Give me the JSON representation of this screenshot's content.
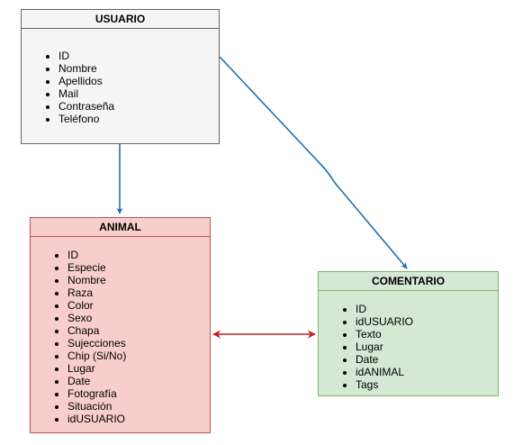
{
  "entities": {
    "usuario": {
      "title": "USUARIO",
      "fields": [
        "ID",
        "Nombre",
        "Apellidos",
        "Mail",
        "Contraseña",
        "Teléfono"
      ]
    },
    "animal": {
      "title": "ANIMAL",
      "fields": [
        "ID",
        "Especie",
        "Nombre",
        "Raza",
        "Color",
        "Sexo",
        "Chapa",
        "Sujecciones",
        "Chip (Si/No)",
        "Lugar",
        "Date",
        "Fotografía",
        "Situación",
        "idUSUARIO"
      ]
    },
    "comentario": {
      "title": "COMENTARIO",
      "fields": [
        "ID",
        "idUSUARIO",
        "Texto",
        "Lugar",
        "Date",
        "idANIMAL",
        "Tags"
      ]
    }
  },
  "connectors": [
    {
      "from": "usuario",
      "to": "animal",
      "direction": "one-way",
      "color": "#1a6fb5"
    },
    {
      "from": "usuario",
      "to": "comentario",
      "direction": "one-way",
      "color": "#1a6fb5"
    },
    {
      "from": "animal",
      "to": "comentario",
      "direction": "two-way",
      "color": "#cc1f1f"
    }
  ]
}
